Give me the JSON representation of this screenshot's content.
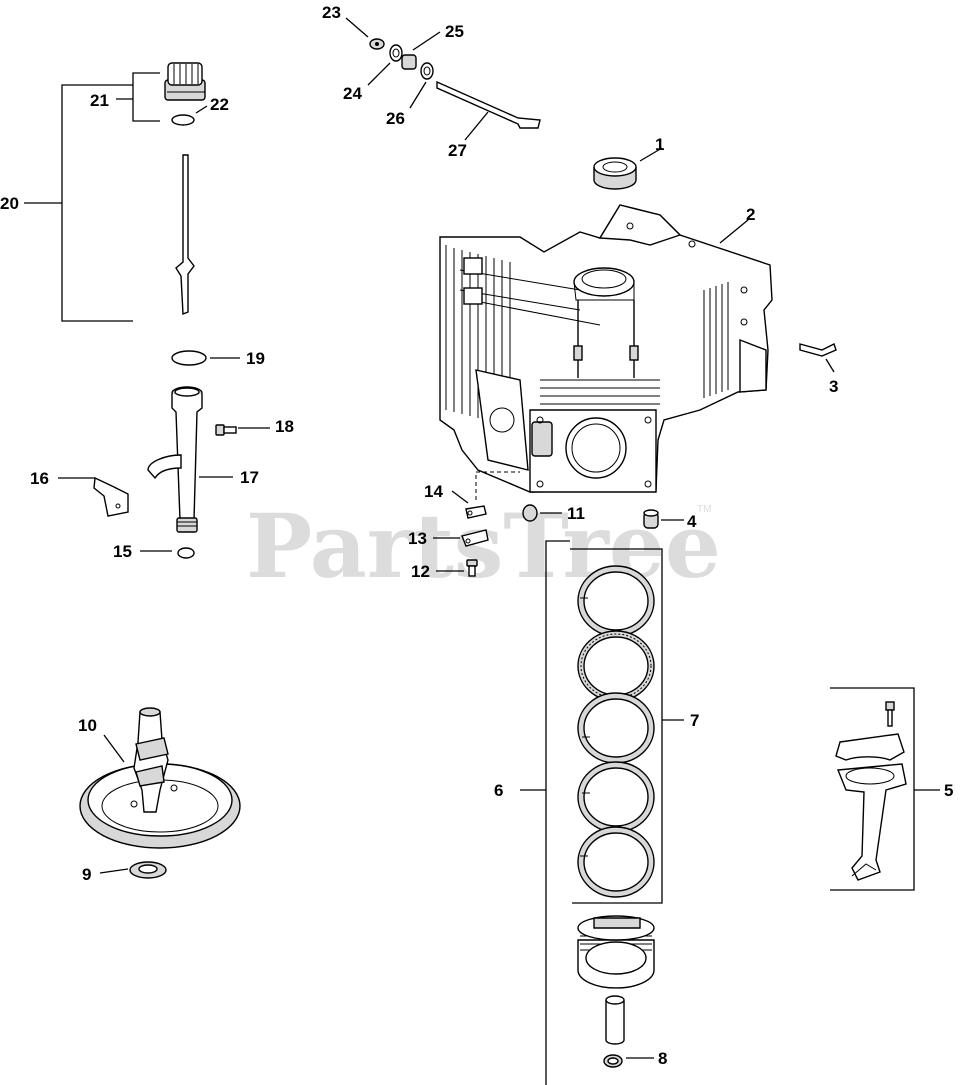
{
  "watermark": {
    "text": "PartsTree",
    "trademark": "TM"
  },
  "callouts": [
    {
      "id": "callout-1",
      "label": "1"
    },
    {
      "id": "callout-2",
      "label": "2"
    },
    {
      "id": "callout-3",
      "label": "3"
    },
    {
      "id": "callout-4",
      "label": "4"
    },
    {
      "id": "callout-5",
      "label": "5"
    },
    {
      "id": "callout-6",
      "label": "6"
    },
    {
      "id": "callout-7",
      "label": "7"
    },
    {
      "id": "callout-8",
      "label": "8"
    },
    {
      "id": "callout-9",
      "label": "9"
    },
    {
      "id": "callout-10",
      "label": "10"
    },
    {
      "id": "callout-11",
      "label": "11"
    },
    {
      "id": "callout-12",
      "label": "12"
    },
    {
      "id": "callout-13",
      "label": "13"
    },
    {
      "id": "callout-14",
      "label": "14"
    },
    {
      "id": "callout-15",
      "label": "15"
    },
    {
      "id": "callout-16",
      "label": "16"
    },
    {
      "id": "callout-17",
      "label": "17"
    },
    {
      "id": "callout-18",
      "label": "18"
    },
    {
      "id": "callout-19",
      "label": "19"
    },
    {
      "id": "callout-20",
      "label": "20"
    },
    {
      "id": "callout-21",
      "label": "21"
    },
    {
      "id": "callout-22",
      "label": "22"
    },
    {
      "id": "callout-23",
      "label": "23"
    },
    {
      "id": "callout-24",
      "label": "24"
    },
    {
      "id": "callout-25",
      "label": "25"
    },
    {
      "id": "callout-26",
      "label": "26"
    },
    {
      "id": "callout-27",
      "label": "27"
    }
  ]
}
